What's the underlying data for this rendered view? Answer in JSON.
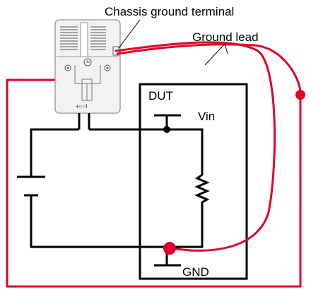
{
  "labels": {
    "chassis_ground_terminal": "Chassis ground terminal",
    "ground_lead": "Ground lead",
    "dut": "DUT",
    "vin": "Vin",
    "gnd": "GND",
    "probe_terminal_marks": "+○○I"
  },
  "colors": {
    "wire": "#000000",
    "ground_lead": "#e0002a",
    "probe_body": "#f2f2f2"
  },
  "icons": {
    "probe": "differential-probe-icon",
    "battery": "battery-icon",
    "resistor": "resistor-icon"
  }
}
